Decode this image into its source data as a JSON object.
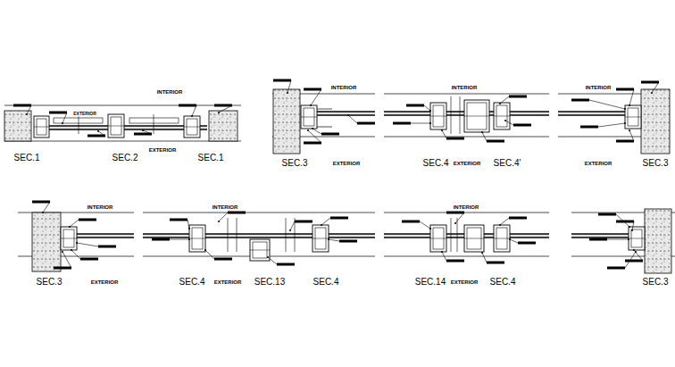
{
  "diagram": {
    "labels": [
      "INTERIOR",
      "EXTERIOR",
      "SEC.1",
      "SEC.2",
      "EXTERIOR",
      "SEC.1",
      "INTERIOR",
      "SEC.3",
      "EXTERIOR",
      "INTERIOR",
      "SEC.4",
      "EXTERIOR",
      "SEC.4'",
      "INTERIOR",
      "EXTERIOR",
      "SEC.3",
      "INTERIOR",
      "SEC.3",
      "EXTERIOR",
      "INTERIOR",
      "SEC.4",
      "EXTERIOR",
      "SEC.13",
      "SEC.4",
      "INTERIOR",
      "SEC.14",
      "EXTERIOR",
      "SEC.4",
      "SEC.3"
    ]
  }
}
